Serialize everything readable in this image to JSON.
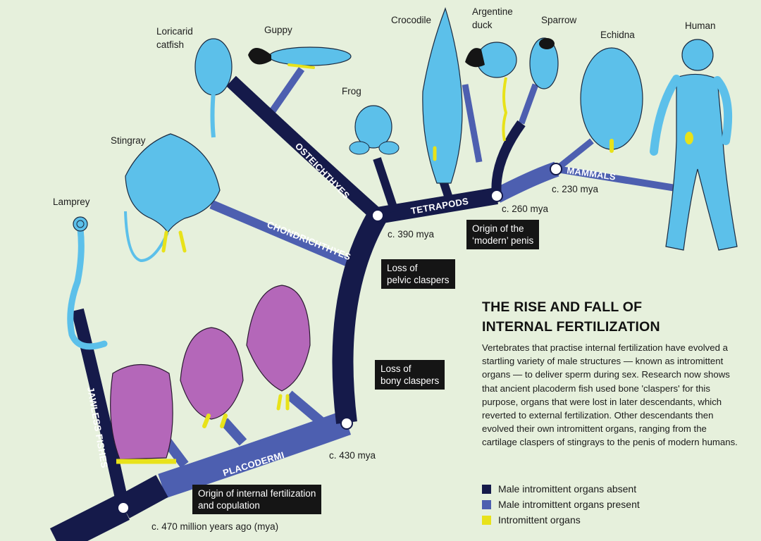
{
  "colors": {
    "absent": "#151a4a",
    "present": "#4d5fb0",
    "organ": "#e8e21a",
    "animal_blue": "#5cc0ea",
    "placoderm": "#b467b9",
    "background": "#e6f0dc"
  },
  "species": {
    "lamprey": "Lamprey",
    "stingray": "Stingray",
    "catfish": "Loricarid\ncatfish",
    "guppy": "Guppy",
    "frog": "Frog",
    "crocodile": "Crocodile",
    "duck": "Argentine\nduck",
    "sparrow": "Sparrow",
    "echidna": "Echidna",
    "human": "Human"
  },
  "branches": {
    "jawless": "JAWLESS FISHES",
    "placodermi": "PLACODERMI",
    "chondrichthyes": "CHONDRICHTHYES",
    "osteichthyes": "OSTEICHTHYES",
    "tetrapods": "TETRAPODS",
    "mammals": "MAMMALS"
  },
  "dates": {
    "d470": "c. 470 million years ago (mya)",
    "d430": "c. 430 mya",
    "d390": "c. 390 mya",
    "d260": "c. 260 mya",
    "d230": "c. 230 mya"
  },
  "callouts": {
    "origin_fert": "Origin of internal fertilization\nand copulation",
    "bony": "Loss of\nbony claspers",
    "pelvic": "Loss of\npelvic claspers",
    "penis": "Origin of the\n‘modern’ penis"
  },
  "title": "THE RISE AND FALL OF\nINTERNAL FERTILIZATION",
  "body": "Vertebrates that practise internal fertilization have evolved a startling variety of male structures — known as intromittent organs — to deliver sperm during sex. Research now shows that ancient placoderm fish used bone 'claspers' for this purpose, organs that were lost in later descendants, which reverted to external fertilization. Other descendants then evolved their own intromittent organs, ranging from the cartilage claspers of stingrays to the penis of modern humans.",
  "legend": [
    {
      "label": "Male intromittent organs absent",
      "color": "#151a4a"
    },
    {
      "label": "Male intromittent organs present",
      "color": "#4d5fb0"
    },
    {
      "label": "Intromittent organs",
      "color": "#e8e21a"
    }
  ]
}
